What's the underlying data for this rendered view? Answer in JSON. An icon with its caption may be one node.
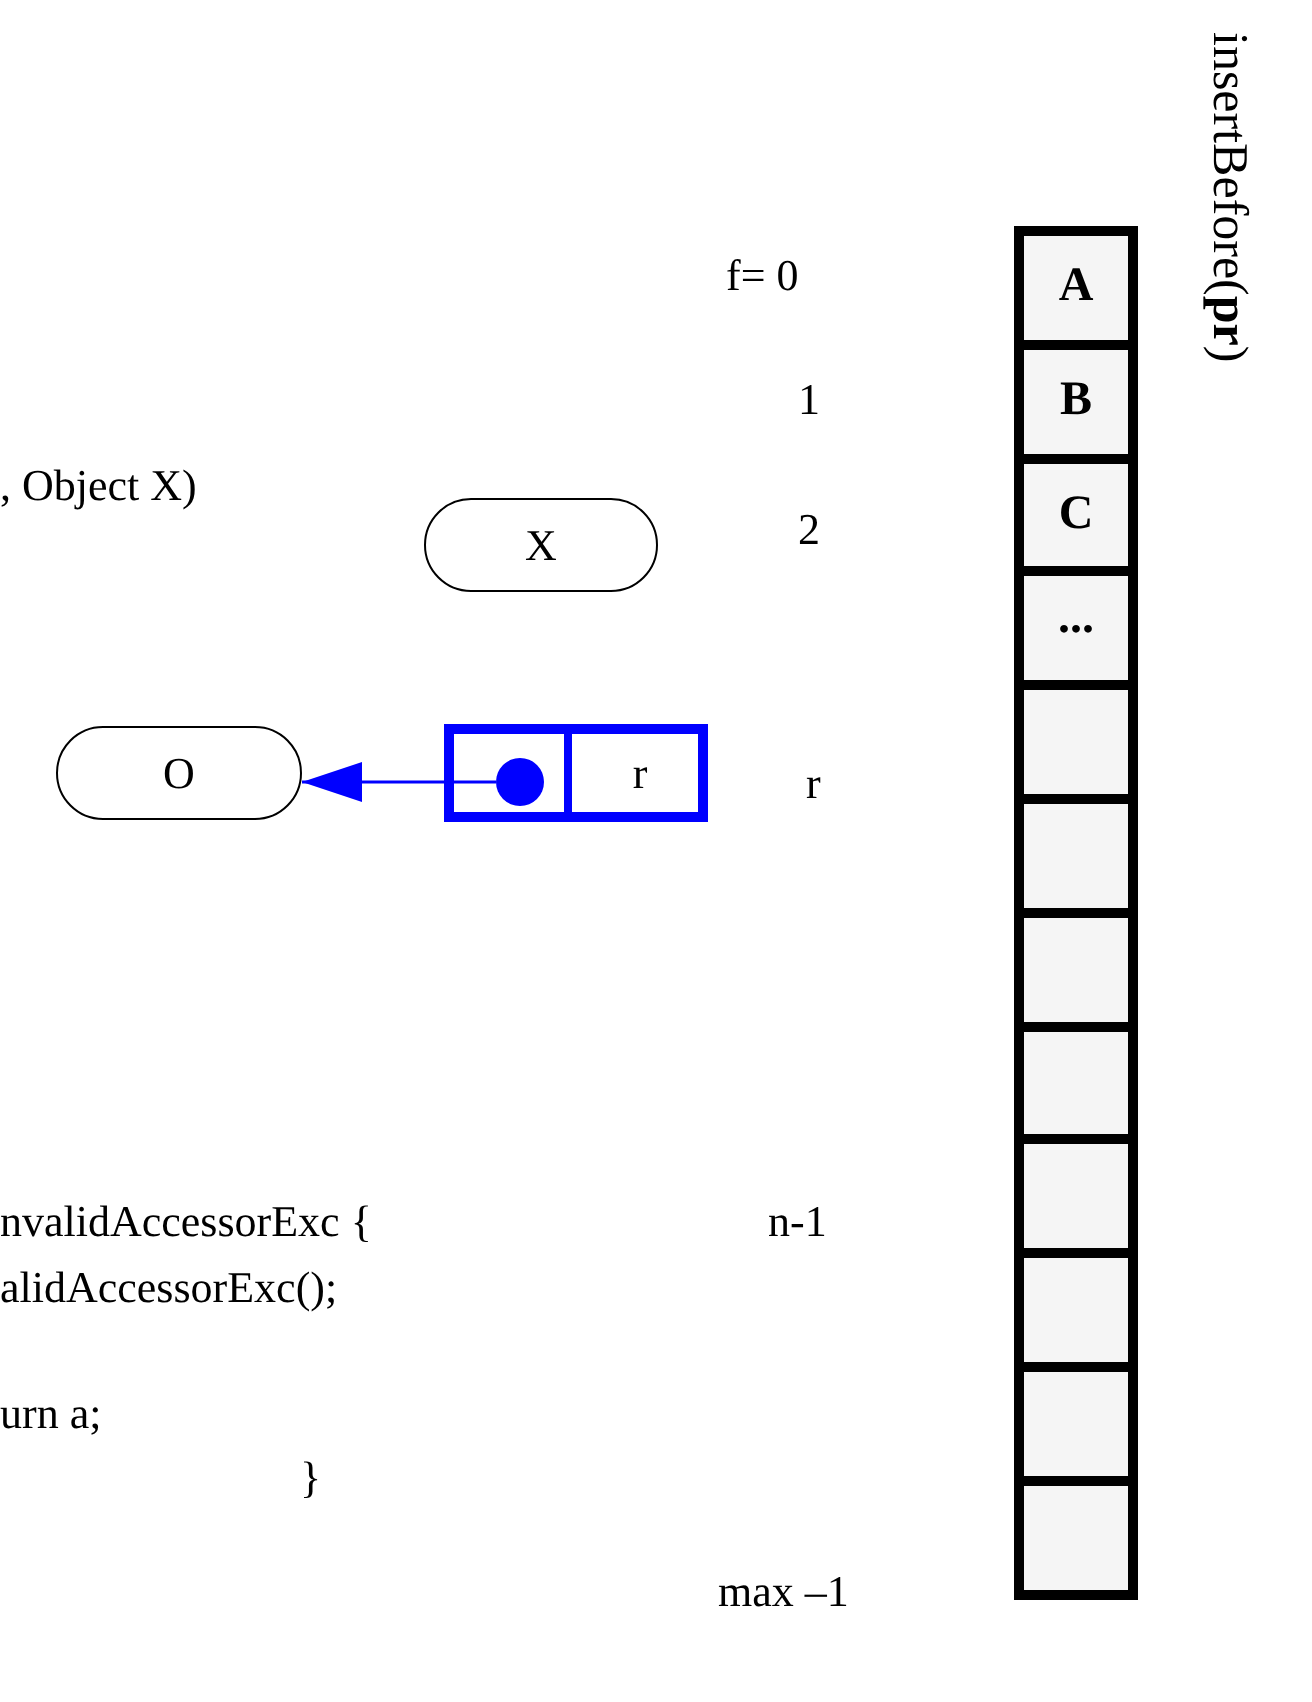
{
  "diagram": {
    "title": "insertBefore(**pr**)",
    "nodes": [
      {
        "text": [
          "X"
        ]
      },
      {
        "text": [
          "O"
        ]
      },
      {
        "text": [],
        "shape": "box"
      },
      {
        "text": [],
        "shape": "box",
        "in": 2
      },
      {
        "text": [],
        "shape": "circle",
        "in": 3
      },
      {
        "text": [
          "r"
        ],
        "in": 2
      },
      {
        "text": [
          "A"
        ]
      },
      {
        "text": [
          "B"
        ]
      },
      {
        "text": [
          "C"
        ]
      },
      {
        "text": [
          "..."
        ]
      },
      {
        "text": [],
        "shape": "box"
      },
      {
        "text": [],
        "shape": "box"
      },
      {
        "text": [],
        "shape": "box"
      },
      {
        "text": [],
        "shape": "box"
      },
      {
        "text": [],
        "shape": "box"
      },
      {
        "text": [],
        "shape": "box"
      },
      {
        "text": [],
        "shape": "box"
      },
      {
        "text": [],
        "shape": "box"
      }
    ],
    "edges": [
      {
        "from": 4,
        "to": 1,
        "arrow": "to",
        "color": "#0000ff"
      }
    ],
    "labels": [
      "f= 0",
      "1",
      ", Object X)",
      "2",
      "r",
      "nvalidAccessorExc {",
      "n-1",
      "alidAccessorExc();",
      "urn a;",
      "}",
      "max –1"
    ]
  }
}
